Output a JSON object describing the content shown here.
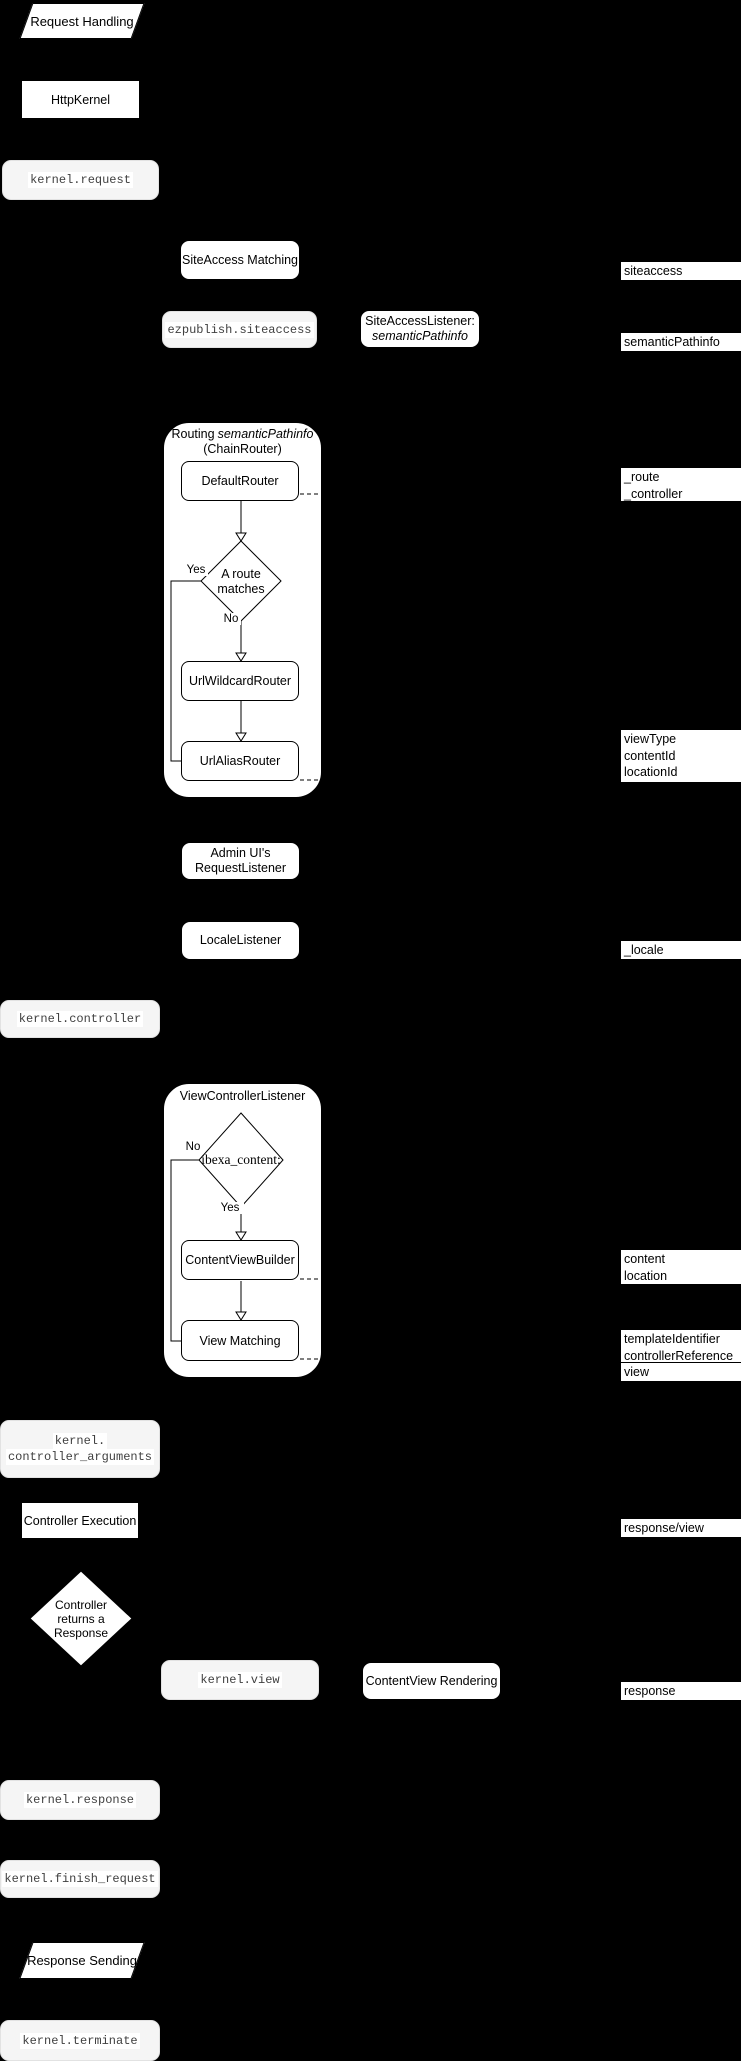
{
  "nodes": {
    "request_handling": "Request Handling",
    "http_kernel": "HttpKernel",
    "kernel_request": "kernel.request",
    "siteaccess_matching": "SiteAccess Matching",
    "ezpublish_siteaccess": "ezpublish.siteaccess",
    "siteaccess_listener_title": "SiteAccessListener:",
    "siteaccess_listener_param": "semanticPathinfo",
    "admin_ui_request_listener": "Admin UI's\nRequestListener",
    "locale_listener": "LocaleListener",
    "kernel_controller": "kernel.controller",
    "kernel_controller_arguments_line1": "kernel.",
    "kernel_controller_arguments_line2": "controller_arguments",
    "controller_execution": "Controller Execution",
    "controller_returns_response": "Controller\nreturns a\nResponse",
    "kernel_view": "kernel.view",
    "contentview_rendering": "ContentView Rendering",
    "kernel_response": "kernel.response",
    "kernel_finish_request": "kernel.finish_request",
    "response_sending": "Response Sending",
    "kernel_terminate": "kernel.terminate"
  },
  "routing": {
    "title_prefix": "Routing",
    "title_param": "semanticPathinfo",
    "title_line2": "(ChainRouter)",
    "default_router": "DefaultRouter",
    "decision": "A route\nmatches",
    "yes": "Yes",
    "no": "No",
    "url_wildcard_router": "UrlWildcardRouter",
    "url_alias_router": "UrlAliasRouter"
  },
  "view_controller": {
    "title": "ViewControllerListener",
    "decision": "ibexa_content:",
    "yes": "Yes",
    "no": "No",
    "content_view_builder": "ContentViewBuilder",
    "view_matching": "View Matching"
  },
  "side_labels": {
    "siteaccess": "siteaccess",
    "semantic_pathinfo": "semanticPathinfo",
    "route_controller": "_route\n_controller",
    "view_params": "viewType\ncontentId\nlocationId",
    "locale": "_locale",
    "content_location": "content\nlocation",
    "template_controller": "templateIdentifier\ncontrollerReference",
    "view": "view",
    "response_view": "response/view",
    "response": "response"
  },
  "colors": {
    "background": "#000000",
    "node_fill": "#ffffff",
    "event_fill": "#f5f5f5",
    "stroke": "#000000"
  }
}
